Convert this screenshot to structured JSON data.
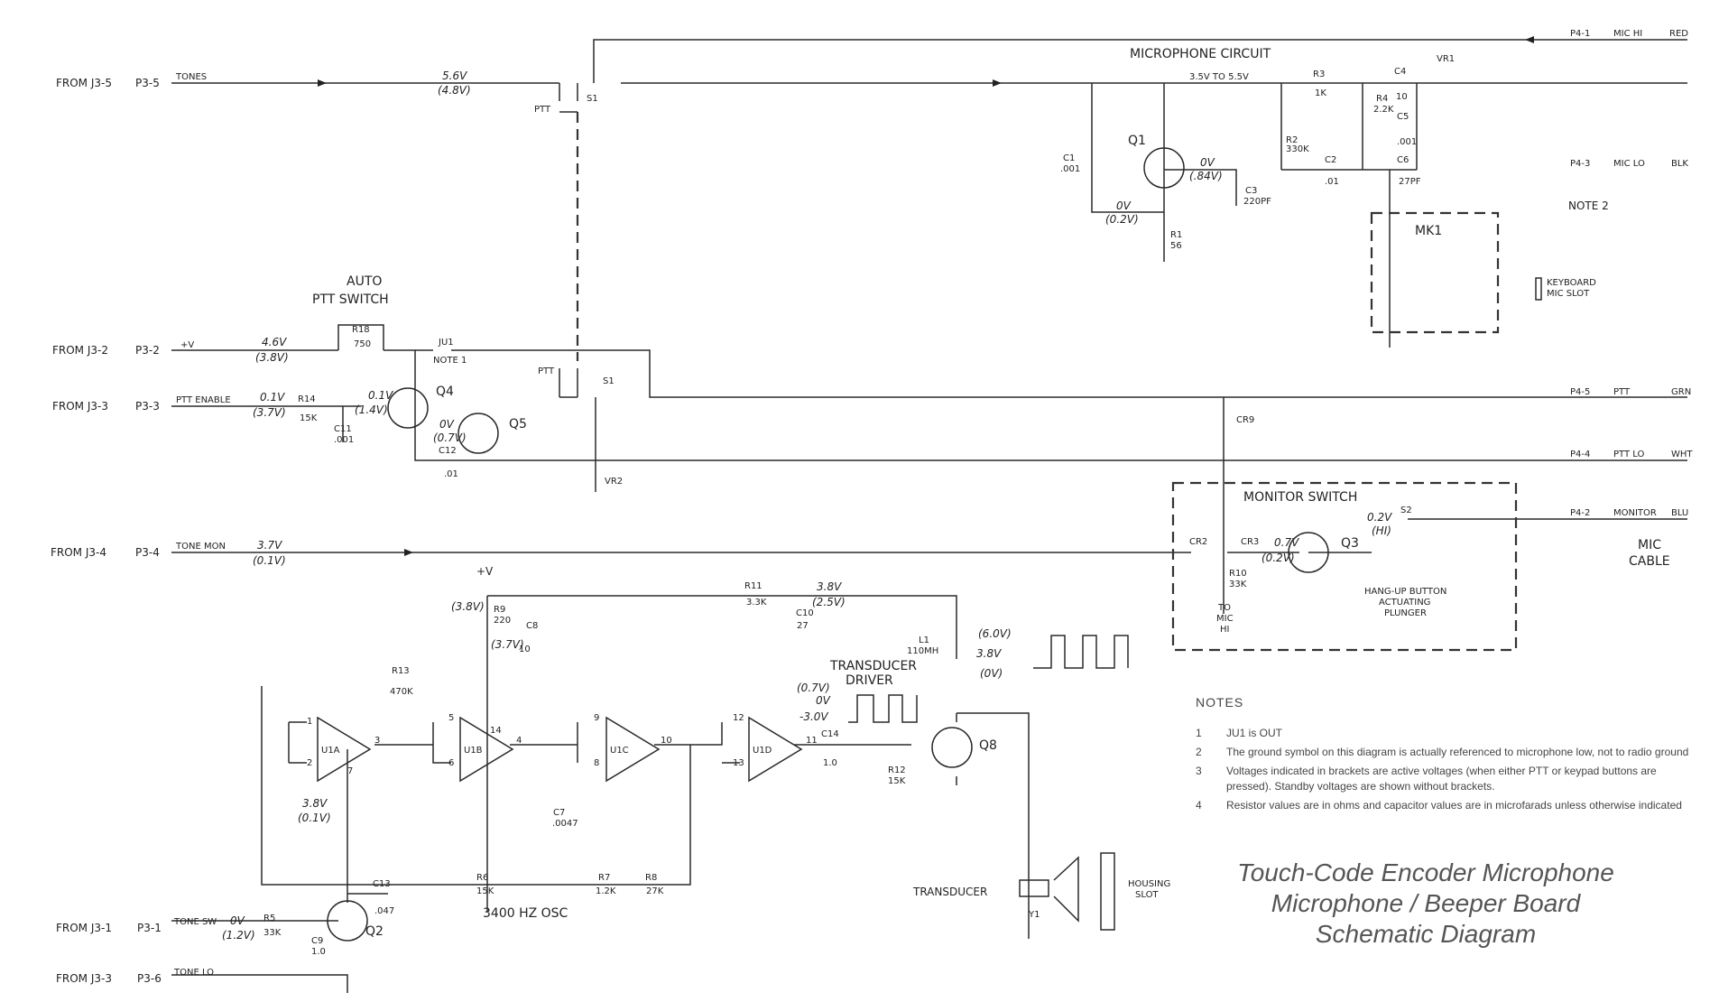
{
  "title": [
    "Touch-Code Encoder Microphone",
    "Microphone / Beeper Board",
    "Schematic  Diagram"
  ],
  "notes": {
    "header": "NOTES",
    "items": [
      {
        "num": "1",
        "text": "JU1 is OUT"
      },
      {
        "num": "2",
        "text": "The ground symbol on this diagram is actually referenced to microphone low, not to radio ground"
      },
      {
        "num": "3",
        "text": "Voltages indicated in brackets are active voltages (when either PTT or keypad buttons are pressed). Standby voltages are shown without brackets."
      },
      {
        "num": "4",
        "text": "Resistor values are in ohms and capacitor values are in microfarads unless otherwise indicated"
      }
    ]
  },
  "inputs": [
    {
      "from": "FROM J3-5",
      "pin": "P3-5",
      "signal": "TONES",
      "v": "5.6V",
      "va": "(4.8V)"
    },
    {
      "from": "FROM J3-2",
      "pin": "P3-2",
      "signal": "+V",
      "v": "4.6V",
      "va": "(3.8V)"
    },
    {
      "from": "FROM J3-3",
      "pin": "P3-3",
      "signal": "PTT ENABLE",
      "v": "0.1V",
      "va": "(3.7V)"
    },
    {
      "from": "FROM J3-4",
      "pin": "P3-4",
      "signal": "TONE MON",
      "v": "3.7V",
      "va": "(0.1V)"
    },
    {
      "from": "FROM J3-1",
      "pin": "P3-1",
      "signal": "TONE SW",
      "v": "0V",
      "va": "(1.2V)"
    },
    {
      "from": "FROM J3-3",
      "pin": "P3-6",
      "signal": "TONE LO",
      "v": "",
      "va": ""
    }
  ],
  "outputs": [
    {
      "pin": "P4-1",
      "label": "MIC HI",
      "color": "RED"
    },
    {
      "pin": "P4-3",
      "label": "MIC LO",
      "color": "BLK"
    },
    {
      "pin": "P4-5",
      "label": "PTT",
      "color": "GRN"
    },
    {
      "pin": "P4-4",
      "label": "PTT LO",
      "color": "WHT"
    },
    {
      "pin": "P4-2",
      "label": "MONITOR",
      "color": "BLU"
    }
  ],
  "labels": {
    "mic_circuit": "MICROPHONE CIRCUIT",
    "mic_rail": "3.5V TO 5.5V",
    "note2": "NOTE 2",
    "mk1": "MK1",
    "keyboard_slot": [
      "KEYBOARD",
      "MIC SLOT"
    ],
    "auto_ptt": [
      "AUTO",
      "PTT SWITCH"
    ],
    "monitor_switch": "MONITOR SWITCH",
    "mic_cable": [
      "MIC",
      "CABLE"
    ],
    "hangup": [
      "HANG-UP BUTTON",
      "ACTUATING",
      "PLUNGER"
    ],
    "to_mic_hi": [
      "TO",
      "MIC",
      "HI"
    ],
    "osc": "3400 HZ  OSC",
    "transducer_driver": [
      "TRANSDUCER",
      "DRIVER"
    ],
    "transducer": "TRANSDUCER",
    "housing_slot": [
      "HOUSING",
      "SLOT"
    ],
    "ptt": "PTT",
    "s1": "S1",
    "note1": "NOTE 1",
    "ju1": "JU1",
    "plus_v": "+V"
  },
  "components": {
    "Q1": "Q1",
    "Q2": "Q2",
    "Q3": "Q3",
    "Q4": "Q4",
    "Q5": "Q5",
    "Q8": "Q8",
    "R1": [
      "R1",
      "56"
    ],
    "R2": [
      "R2",
      "330K"
    ],
    "R3": [
      "R3",
      "1K"
    ],
    "R4": [
      "R4",
      "2.2K"
    ],
    "R5": [
      "R5",
      "33K"
    ],
    "R6": [
      "R6",
      "15K"
    ],
    "R7": [
      "R7",
      "1.2K"
    ],
    "R8": [
      "R8",
      "27K"
    ],
    "R9": [
      "R9",
      "220"
    ],
    "R10": [
      "R10",
      "33K"
    ],
    "R11": [
      "R11",
      "3.3K"
    ],
    "R12": [
      "R12",
      "15K"
    ],
    "R13": [
      "R13",
      "470K"
    ],
    "R14": [
      "R14",
      "15K"
    ],
    "R18": [
      "R18",
      "750"
    ],
    "C1": [
      "C1",
      ".001"
    ],
    "C2": [
      "C2",
      ".01"
    ],
    "C3": [
      "C3",
      "220PF"
    ],
    "C4": [
      "C4",
      "10"
    ],
    "C5": [
      "C5",
      ".001"
    ],
    "C6": [
      "C6",
      "27PF"
    ],
    "C7": [
      "C7",
      ".0047"
    ],
    "C8": [
      "C8",
      "10"
    ],
    "C9": [
      "C9",
      "1.0"
    ],
    "C10": [
      "C10",
      "27"
    ],
    "C11": [
      "C11",
      ".001"
    ],
    "C12": [
      "C12",
      ".01"
    ],
    "C13": [
      "C13",
      ".047"
    ],
    "C14": [
      "C14",
      "1.0"
    ],
    "VR1": "VR1",
    "VR2": "VR2",
    "CR2": "CR2",
    "CR3": "CR3",
    "CR9": "CR9",
    "L1": [
      "L1",
      "110MH"
    ],
    "S2": "S2",
    "Y1": "Y1",
    "U1A": "U1A",
    "U1B": "U1B",
    "U1C": "U1C",
    "U1D": "U1D"
  },
  "voltages": {
    "q1_0v": "0V",
    "q1_084": "(.84V)",
    "q1_e0v": "0V",
    "q1_e02": "(0.2V)",
    "q4_01": "0.1V",
    "q4_14": "(1.4V)",
    "q5_0v": "0V",
    "q5_07": "(0.7V)",
    "q3_02": "0.2V",
    "q3_hi": "(HI)",
    "q3_07": "0.7V",
    "q3_02b": "(0.2V)",
    "osc_38": "3.8V",
    "osc_01": "(0.1V)",
    "r9_38": "(3.8V)",
    "r9_37": "(3.7V)",
    "r11_38": "3.8V",
    "r11_25": "(2.5V)",
    "drv_07": "(0.7V)",
    "drv_0v": "0V",
    "drv_30": "-3.0V",
    "q8_60": "(6.0V)",
    "q8_38": "3.8V",
    "q8_0v": "(0V)"
  },
  "pins": {
    "p1": "1",
    "p2": "2",
    "p3": "3",
    "p7": "7",
    "p5": "5",
    "p6": "6",
    "p14": "14",
    "p4": "4",
    "p9": "9",
    "p8": "8",
    "p10": "10",
    "p12": "12",
    "p13": "13",
    "p11": "11"
  }
}
